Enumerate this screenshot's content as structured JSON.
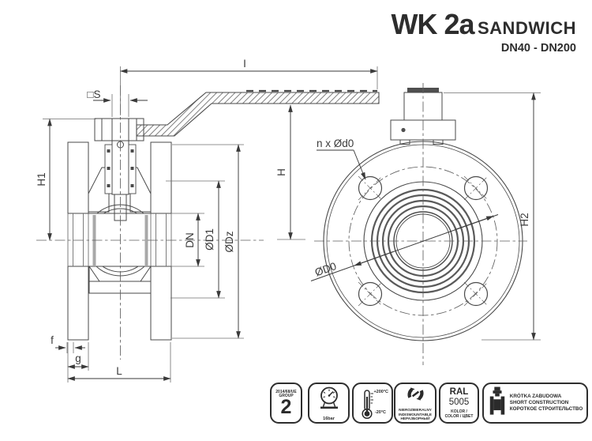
{
  "title": {
    "model": "WK 2a",
    "series": "SANDWICH",
    "range": "DN40 - DN200"
  },
  "drawing": {
    "labels": {
      "handle_length": "I",
      "stem_square": "□S",
      "height_stem": "H1",
      "bore": "DN",
      "d1": "ØD1",
      "dz": "ØDz",
      "f": "f",
      "g": "g",
      "face_to_face": "L",
      "height_handle": "H",
      "height_total": "H2",
      "bolt_holes": "n x Ød0",
      "bolt_circle": "ØD0"
    }
  },
  "badges": {
    "directive": {
      "line1": "2014/68/UE",
      "line2": "GROUP",
      "number": "2"
    },
    "pressure": {
      "value": "16bar"
    },
    "temperature": {
      "max": "+200°C",
      "min": "-20°C"
    },
    "indismountable": {
      "lines": [
        "NIEROZBIERALNY",
        "INDISMOUNTABLE",
        "НЕРАЗБОРНЫЙ"
      ]
    },
    "color": {
      "standard": "RAL",
      "code": "5005",
      "label1": "KOLOR /",
      "label2": "COLOR / ЦВЕТ"
    },
    "construction": {
      "lines": [
        "KRÓTKA ZABUDOWA",
        "SHORT CONSTRUCTION",
        "КОРОТКОЕ СТРОИТЕЛЬСТВО"
      ]
    }
  },
  "colors": {
    "line": "#4a4a4a",
    "text": "#3a3a3a",
    "title": "#2d2d2d"
  }
}
